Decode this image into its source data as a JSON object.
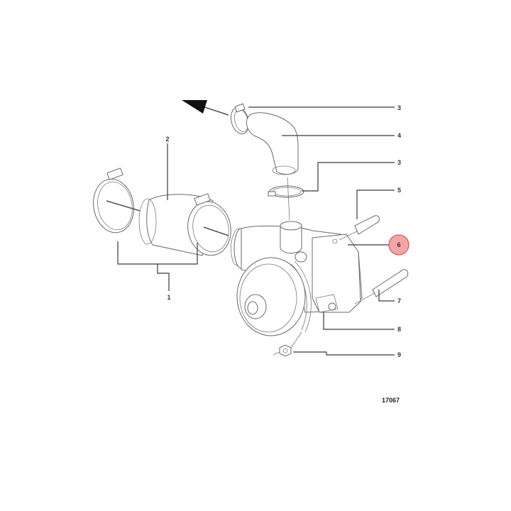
{
  "diagram": {
    "reference_number": "17067",
    "highlight_color": "#f4a6a6",
    "highlight_border": "#e05050",
    "callouts": [
      {
        "id": "c1",
        "label": "1",
        "part": "hose-clamp-kit"
      },
      {
        "id": "c2",
        "label": "2",
        "part": "hose"
      },
      {
        "id": "c3a",
        "label": "3",
        "part": "hose-clamp-upper"
      },
      {
        "id": "c4",
        "label": "4",
        "part": "elbow-hose"
      },
      {
        "id": "c3b",
        "label": "3",
        "part": "hose-clamp-lower"
      },
      {
        "id": "c5",
        "label": "5",
        "part": "stud-upper"
      },
      {
        "id": "c6",
        "label": "6",
        "part": "water-pump",
        "highlighted": true
      },
      {
        "id": "c7",
        "label": "7",
        "part": "stud-lower"
      },
      {
        "id": "c8",
        "label": "8",
        "part": "gasket"
      },
      {
        "id": "c9",
        "label": "9",
        "part": "nut"
      }
    ]
  }
}
